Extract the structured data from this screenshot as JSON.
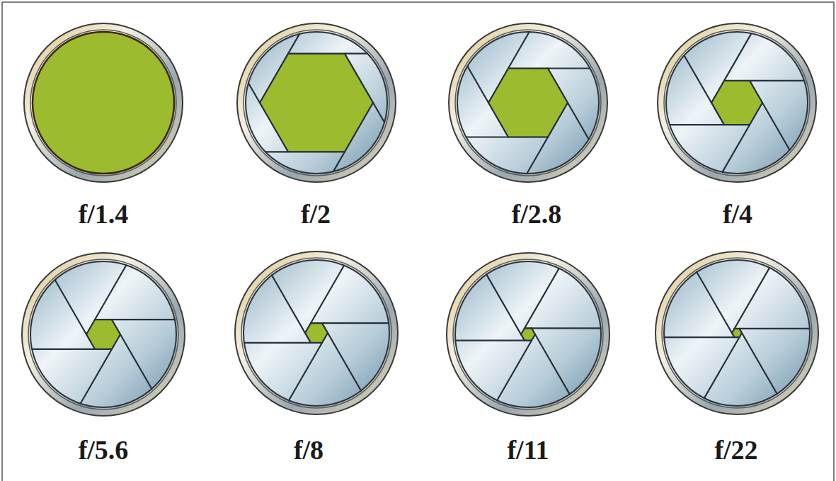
{
  "diagram": {
    "labels": [
      "f/1.4",
      "f/2",
      "f/2.8",
      "f/4",
      "f/5.6",
      "f/8",
      "f/11",
      "f/22"
    ]
  }
}
